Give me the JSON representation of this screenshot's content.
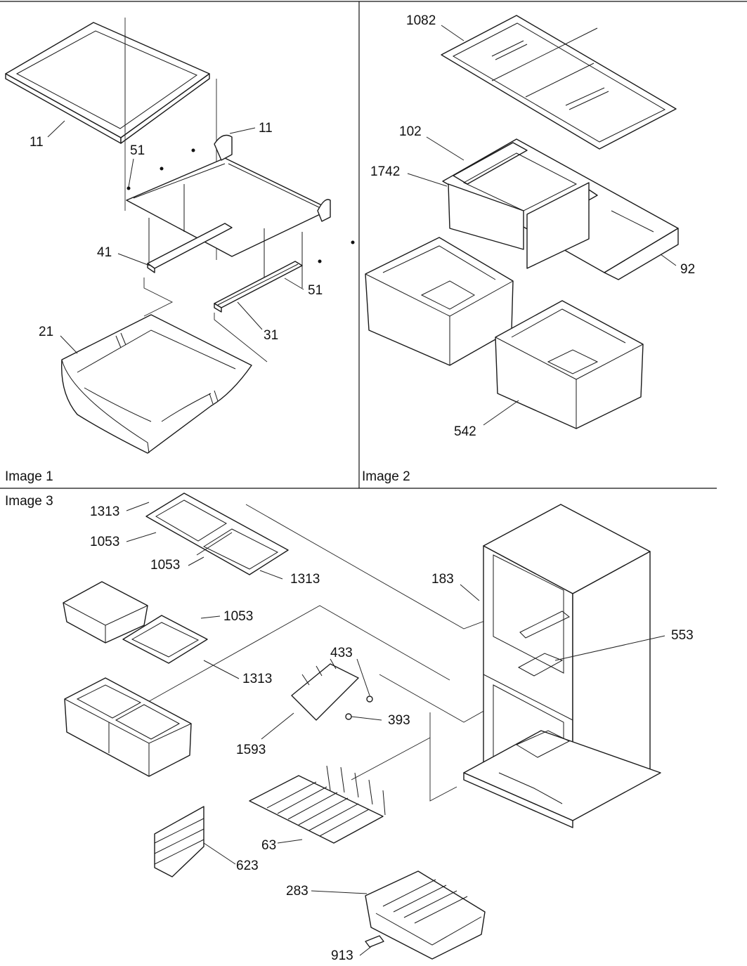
{
  "panels": {
    "image1": "Image 1",
    "image2": "Image 2",
    "image3": "Image 3"
  },
  "parts": {
    "p11a": "11",
    "p11b": "11",
    "p51a": "51",
    "p41": "41",
    "p51b": "51",
    "p31": "31",
    "p21": "21",
    "p1082": "1082",
    "p102": "102",
    "p1742": "1742",
    "p92": "92",
    "p542": "542",
    "p1313a": "1313",
    "p1053a": "1053",
    "p1053b": "1053",
    "p1313b": "1313",
    "p183": "183",
    "p1053c": "1053",
    "p553": "553",
    "p1313c": "1313",
    "p433": "433",
    "p393": "393",
    "p1593": "1593",
    "p63": "63",
    "p623": "623",
    "p283": "283",
    "p913": "913"
  }
}
